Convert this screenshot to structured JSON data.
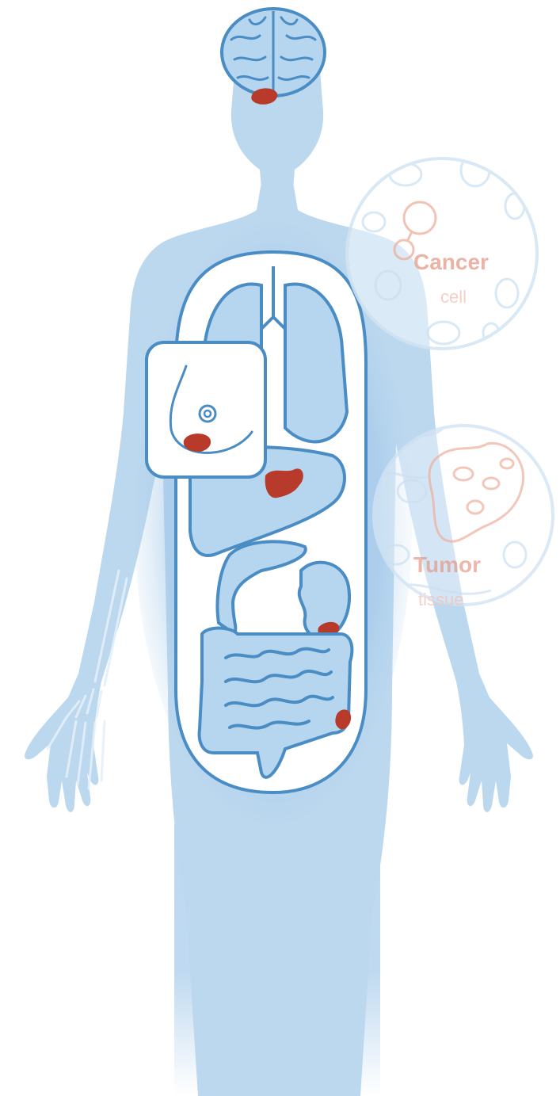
{
  "colors": {
    "body_fill": "#bcd8ef",
    "organ_fill": "#b6d5ee",
    "organ_stroke": "#4a8cc4",
    "panel_fill": "#ffffff",
    "tumor_fill": "#b73a2a",
    "cancer_label": "#e8a696",
    "cell_line": "#c4dcef"
  },
  "icons": {
    "brain": "brain-icon",
    "breast": "breast-icon",
    "lungs": "lungs-icon",
    "liver": "liver-icon",
    "stomach": "stomach-icon",
    "intestine": "intestine-icon",
    "skeleton_hand": "hand-bones-icon"
  },
  "callouts": {
    "cancer_cell": {
      "title": "Cancer",
      "subtitle": "cell"
    },
    "tumor_tissue": {
      "title": "Tumor",
      "subtitle": "tissue"
    }
  }
}
